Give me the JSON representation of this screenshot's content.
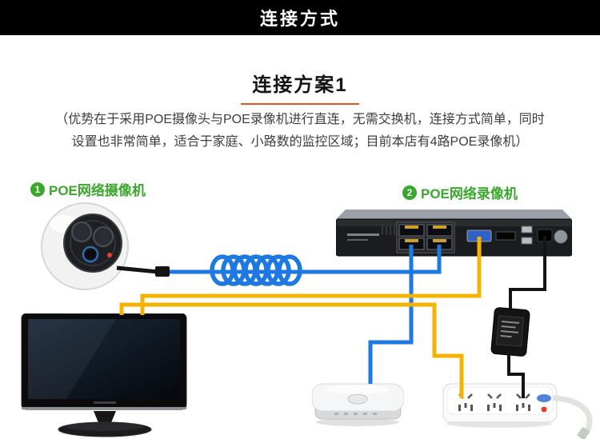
{
  "header": {
    "title": "连接方式"
  },
  "scheme": {
    "title": "连接方案1",
    "desc_line1": "（优势在于采用POE摄像头与POE录像机进行直连，无需交换机，连接方式简单，同时",
    "desc_line2": "设置也非常简单，适合于家庭、小路数的监控区域；目前本店有4路POE录像机）"
  },
  "labels": {
    "camera": {
      "number": "1",
      "text": "POE网络摄像机"
    },
    "recorder": {
      "number": "2",
      "text": "POE网络录像机"
    }
  },
  "colors": {
    "header_bg": "#000000",
    "header_text": "#ffffff",
    "title_underline": "#e8541e",
    "label_green": "#3aa82c",
    "cable_blue": "#1d78e2",
    "cable_yellow": "#f5b301",
    "cable_black": "#141414",
    "cord_gray": "#dfe4dd"
  }
}
